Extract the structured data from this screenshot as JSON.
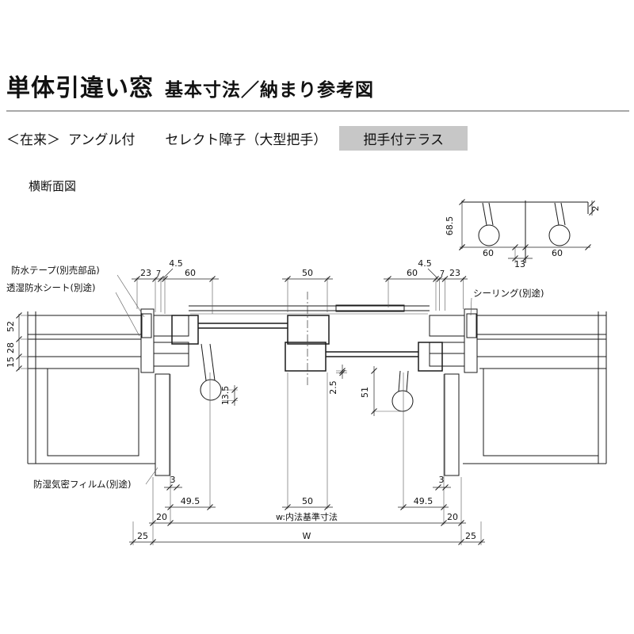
{
  "header": {
    "title": "単体引違い窓",
    "subtitle": "基本寸法／納まり参考図"
  },
  "spec": {
    "series": "＜在来＞",
    "angle": "アングル付",
    "shoji": "セレクト障子（大型把手）",
    "badge": "把手付テラス"
  },
  "section_label": "横断面図",
  "annotations": {
    "waterproof_tape": "防水テープ(別売部品)",
    "breathable_sheet": "透湿防水シート(別途)",
    "sealing": "シーリング(別途)",
    "moisture_film": "防湿気密フィルム(別途)"
  },
  "detail_dims": {
    "height": "68.5",
    "left_60": "60",
    "right_60": "60",
    "mid_13": "13",
    "edge_2": "2"
  },
  "top_dims": {
    "left_23": "23",
    "left_7": "7",
    "left_45": "4.5",
    "left_60": "60",
    "mid_50": "50",
    "right_60": "60",
    "right_45": "4.5",
    "right_7": "7",
    "right_23": "23"
  },
  "left_dims": {
    "d52": "52",
    "d28": "28",
    "d15": "15"
  },
  "inner_dims": {
    "d135": "13.5",
    "d25": "2.5",
    "d51": "51"
  },
  "bottom_dims": {
    "left_3": "3",
    "right_3": "3",
    "left_495": "49.5",
    "mid_50": "50",
    "right_495": "49.5",
    "left_20": "20",
    "w_note": "w:内法基準寸法",
    "right_20": "20",
    "left_25": "25",
    "w_total": "W",
    "right_25": "25"
  }
}
